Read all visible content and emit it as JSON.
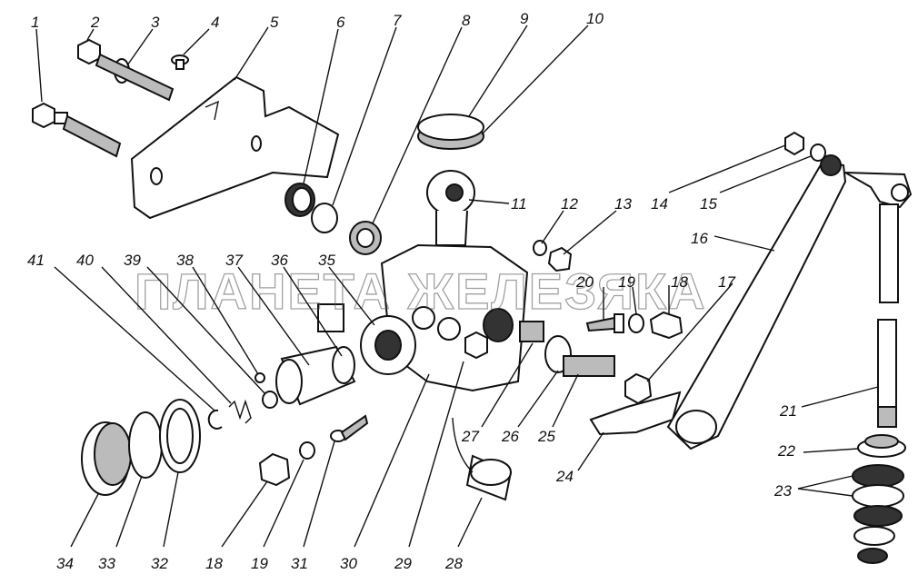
{
  "watermark": "ПЛАНЕТА ЖЕЛЕЗЯКА",
  "callouts": [
    {
      "id": "1",
      "label": "1"
    },
    {
      "id": "2",
      "label": "2"
    },
    {
      "id": "3",
      "label": "3"
    },
    {
      "id": "4",
      "label": "4"
    },
    {
      "id": "5",
      "label": "5"
    },
    {
      "id": "6",
      "label": "6"
    },
    {
      "id": "7",
      "label": "7"
    },
    {
      "id": "8",
      "label": "8"
    },
    {
      "id": "9",
      "label": "9"
    },
    {
      "id": "10",
      "label": "10"
    },
    {
      "id": "11",
      "label": "11"
    },
    {
      "id": "12",
      "label": "12"
    },
    {
      "id": "13",
      "label": "13"
    },
    {
      "id": "14",
      "label": "14"
    },
    {
      "id": "15",
      "label": "15"
    },
    {
      "id": "16",
      "label": "16"
    },
    {
      "id": "17",
      "label": "17"
    },
    {
      "id": "18a",
      "label": "18"
    },
    {
      "id": "19a",
      "label": "19"
    },
    {
      "id": "20",
      "label": "20"
    },
    {
      "id": "21",
      "label": "21"
    },
    {
      "id": "22",
      "label": "22"
    },
    {
      "id": "23",
      "label": "23"
    },
    {
      "id": "24",
      "label": "24"
    },
    {
      "id": "25",
      "label": "25"
    },
    {
      "id": "26",
      "label": "26"
    },
    {
      "id": "27",
      "label": "27"
    },
    {
      "id": "28",
      "label": "28"
    },
    {
      "id": "29",
      "label": "29"
    },
    {
      "id": "30",
      "label": "30"
    },
    {
      "id": "31",
      "label": "31"
    },
    {
      "id": "19b",
      "label": "19"
    },
    {
      "id": "18b",
      "label": "18"
    },
    {
      "id": "32",
      "label": "32"
    },
    {
      "id": "33",
      "label": "33"
    },
    {
      "id": "34",
      "label": "34"
    },
    {
      "id": "35",
      "label": "35"
    },
    {
      "id": "36",
      "label": "36"
    },
    {
      "id": "37",
      "label": "37"
    },
    {
      "id": "38",
      "label": "38"
    },
    {
      "id": "39",
      "label": "39"
    },
    {
      "id": "40",
      "label": "40"
    },
    {
      "id": "41",
      "label": "41"
    }
  ]
}
